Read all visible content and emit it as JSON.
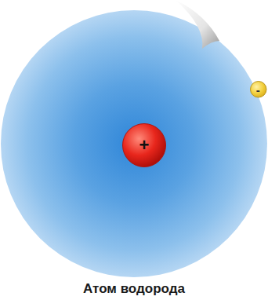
{
  "diagram": {
    "caption": "Атом водорода",
    "nodes": [
      {
        "text": [
          "+"
        ]
      },
      {
        "text": [
          "-"
        ]
      }
    ]
  }
}
